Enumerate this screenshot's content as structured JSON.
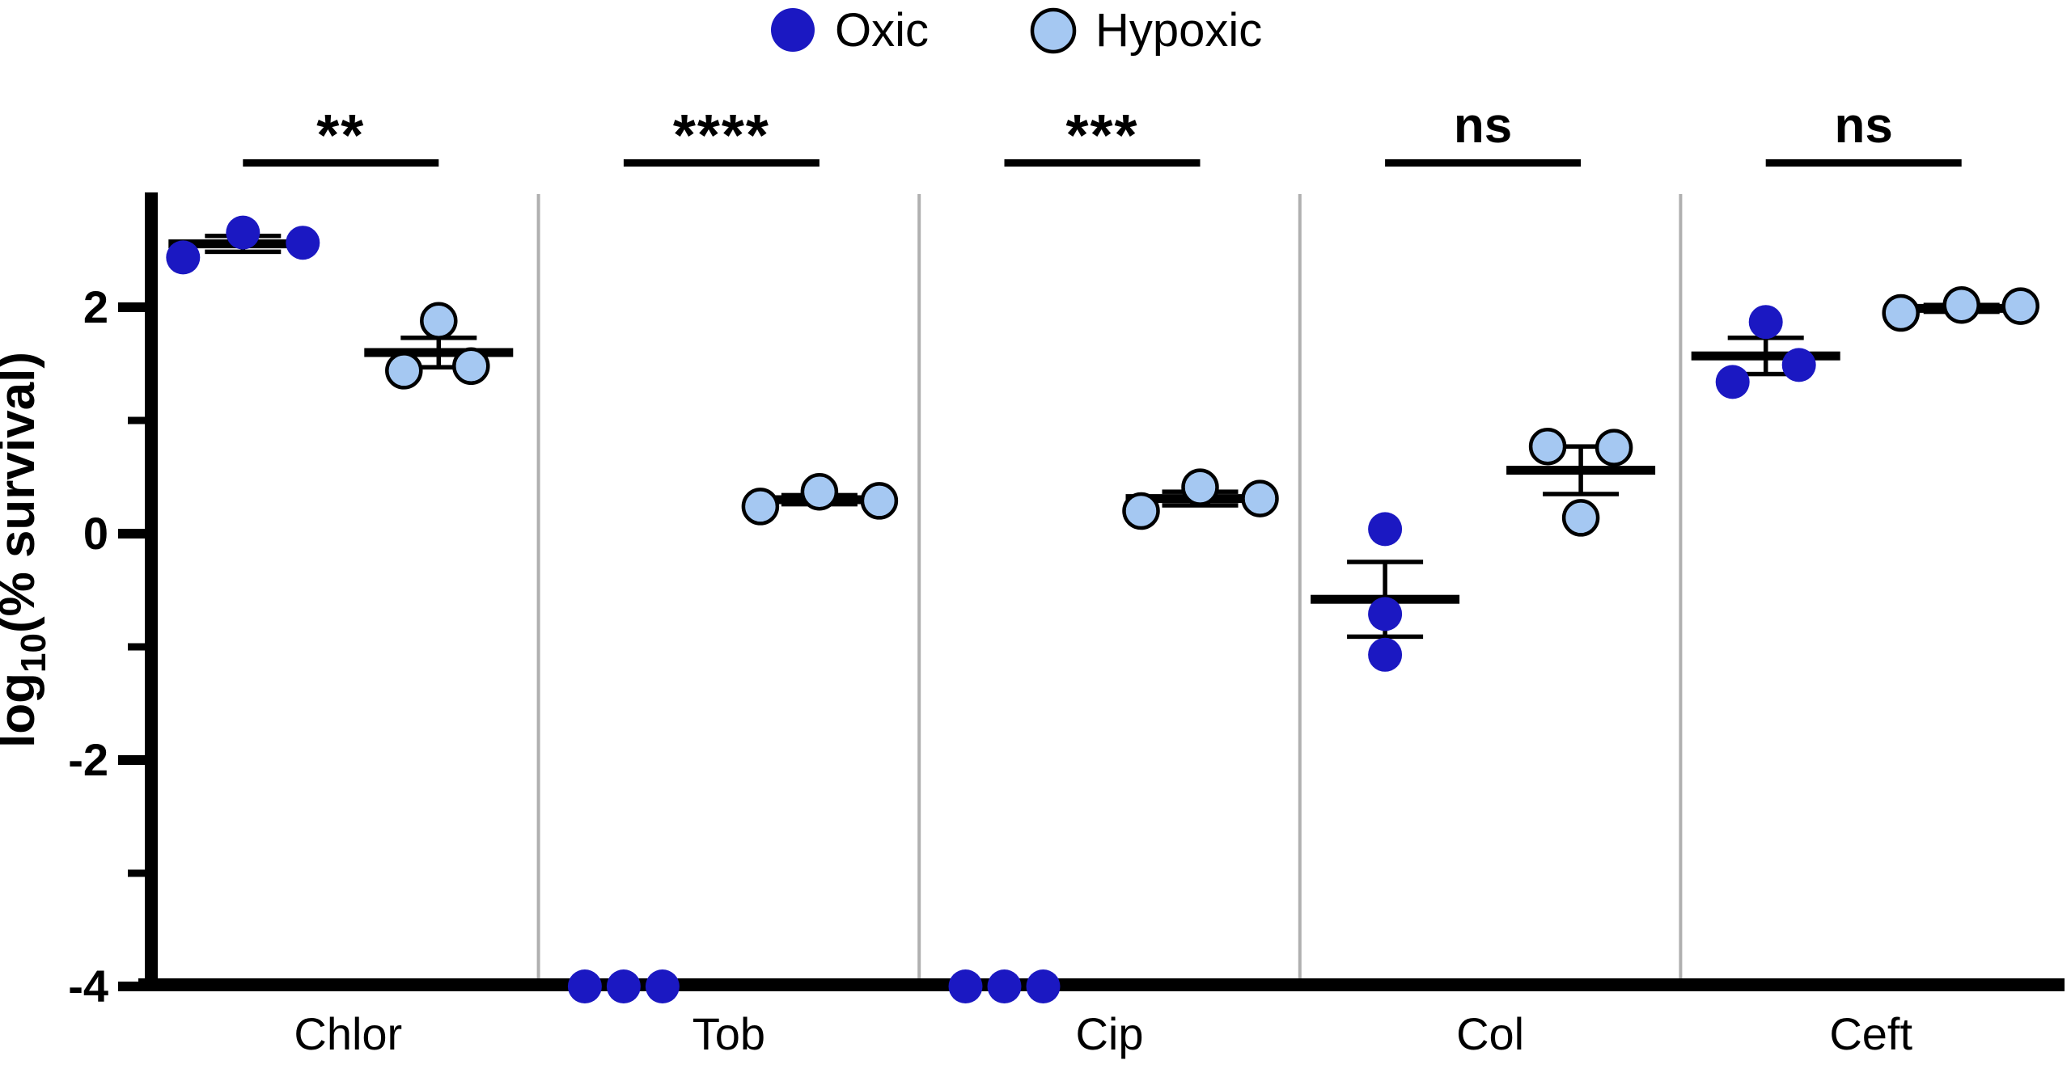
{
  "chart_data": {
    "type": "scatter",
    "title": "",
    "ylabel_prefix": "log",
    "ylabel_sub": "10",
    "ylabel_suffix": "(% survival)",
    "ylim": [
      -4,
      3
    ],
    "yticks_major": [
      {
        "v": 2,
        "label": "2"
      },
      {
        "v": 0,
        "label": "0"
      },
      {
        "v": -2,
        "label": "-2"
      },
      {
        "v": -4,
        "label": "-4"
      }
    ],
    "yticks_minor": [
      1,
      -1,
      -3
    ],
    "categories": [
      "Chlor",
      "Tob",
      "Cip",
      "Col",
      "Ceft"
    ],
    "significance": [
      "**",
      "****",
      "***",
      "ns",
      "ns"
    ],
    "legend": [
      {
        "name": "Oxic",
        "fill": "#1b18c2",
        "stroke": ""
      },
      {
        "name": "Hypoxic",
        "fill": "#a5c8f2",
        "stroke": "#000000"
      }
    ],
    "colors": {
      "oxic": "#1b18c2",
      "hypoxic": "#a5c8f2",
      "point_outline": "#000000",
      "separator": "#b0b0b0",
      "axis": "#000000",
      "text": "#000000"
    },
    "groups": [
      {
        "category": "Chlor",
        "oxic": {
          "points": [
            {
              "v": 2.44,
              "dx": -74
            },
            {
              "v": 2.66,
              "dx": 0
            },
            {
              "v": 2.57,
              "dx": 74
            }
          ],
          "mean": 2.56,
          "sem": 0.07
        },
        "hypoxic": {
          "points": [
            {
              "v": 1.44,
              "dx": -43
            },
            {
              "v": 1.88,
              "dx": 0
            },
            {
              "v": 1.48,
              "dx": 40
            }
          ],
          "mean": 1.6,
          "sem": 0.13
        }
      },
      {
        "category": "Tob",
        "oxic": {
          "points": [
            {
              "v": -4,
              "dx": -48
            },
            {
              "v": -4,
              "dx": 0
            },
            {
              "v": -4,
              "dx": 48
            }
          ],
          "mean": -4,
          "sem": 0
        },
        "hypoxic": {
          "points": [
            {
              "v": 0.24,
              "dx": -73
            },
            {
              "v": 0.37,
              "dx": 0
            },
            {
              "v": 0.29,
              "dx": 74
            }
          ],
          "mean": 0.3,
          "sem": 0.04
        }
      },
      {
        "category": "Cip",
        "oxic": {
          "points": [
            {
              "v": -4,
              "dx": -48
            },
            {
              "v": -4,
              "dx": 0
            },
            {
              "v": -4,
              "dx": 48
            }
          ],
          "mean": -4,
          "sem": 0
        },
        "hypoxic": {
          "points": [
            {
              "v": 0.2,
              "dx": -73
            },
            {
              "v": 0.41,
              "dx": 0
            },
            {
              "v": 0.31,
              "dx": 74
            }
          ],
          "mean": 0.31,
          "sem": 0.06
        }
      },
      {
        "category": "Col",
        "oxic": {
          "points": [
            {
              "v": 0.04,
              "dx": 0
            },
            {
              "v": -0.71,
              "dx": 0
            },
            {
              "v": -1.07,
              "dx": 0
            }
          ],
          "mean": -0.58,
          "sem": 0.33
        },
        "hypoxic": {
          "points": [
            {
              "v": 0.77,
              "dx": -41
            },
            {
              "v": 0.76,
              "dx": 41
            },
            {
              "v": 0.14,
              "dx": 0
            }
          ],
          "mean": 0.56,
          "sem": 0.21
        }
      },
      {
        "category": "Ceft",
        "oxic": {
          "points": [
            {
              "v": 1.34,
              "dx": -41
            },
            {
              "v": 1.87,
              "dx": 0
            },
            {
              "v": 1.49,
              "dx": 41
            }
          ],
          "mean": 1.57,
          "sem": 0.16
        },
        "hypoxic": {
          "points": [
            {
              "v": 1.95,
              "dx": -75
            },
            {
              "v": 2.02,
              "dx": 0
            },
            {
              "v": 2.01,
              "dx": 73
            }
          ],
          "mean": 1.99,
          "sem": 0.03
        }
      }
    ]
  }
}
